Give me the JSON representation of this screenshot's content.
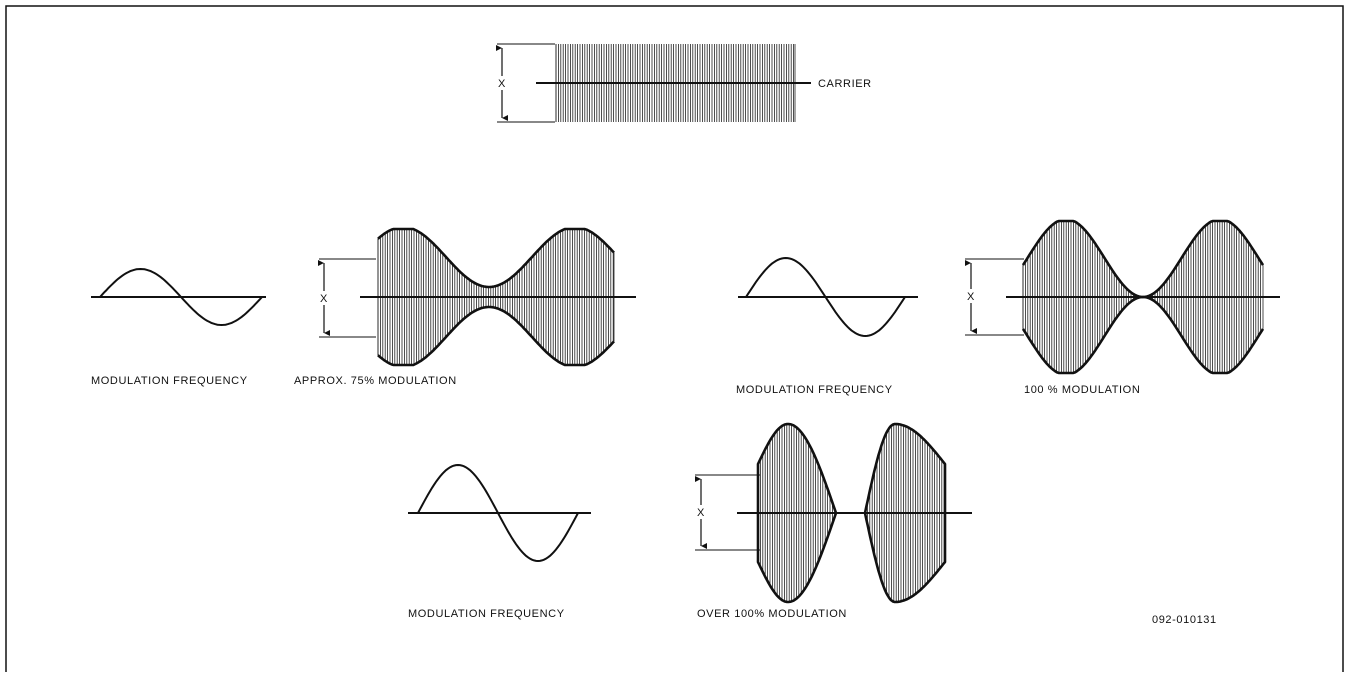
{
  "labels": {
    "carrier": "CARRIER",
    "x_marker": "X",
    "mod_freq": "MODULATION FREQUENCY",
    "approx_75": "APPROX. 75% MODULATION",
    "full_100": "100 % MODULATION",
    "over_100": "OVER 100% MODULATION",
    "figure_code": "092-010131"
  },
  "modulation_levels": {
    "approx_75_percent": 0.75,
    "full_100_percent": 1.0,
    "over_100_percent": 1.3
  },
  "colors": {
    "ink": "#111111",
    "paper": "#ffffff"
  }
}
